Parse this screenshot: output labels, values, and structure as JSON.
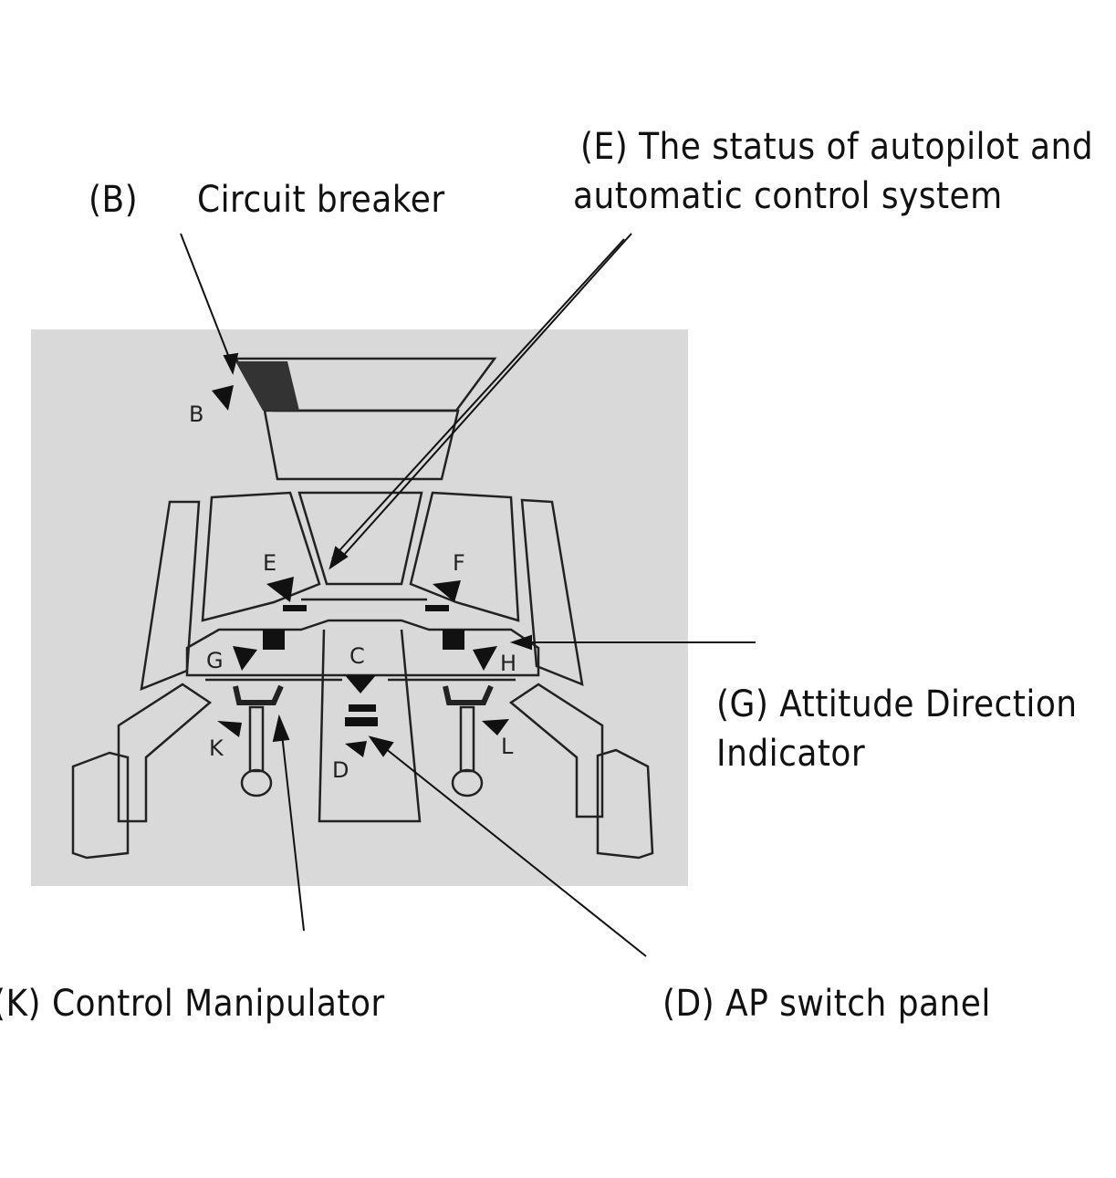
{
  "callouts": {
    "b": {
      "tag": "(B)",
      "text": "Circuit breaker"
    },
    "e": {
      "line1": "(E) The status of autopilot and",
      "line2": "automatic control system"
    },
    "g": {
      "line1": "(G) Attitude Direction",
      "line2": "Indicator"
    },
    "k": {
      "text": "(K) Control Manipulator"
    },
    "d": {
      "text": "(D) AP switch panel"
    }
  },
  "figure_letters": [
    "B",
    "E",
    "F",
    "G",
    "C",
    "H",
    "K",
    "D",
    "L"
  ],
  "colors": {
    "panel_bg": "#d9d9d9",
    "ink": "#111111"
  }
}
